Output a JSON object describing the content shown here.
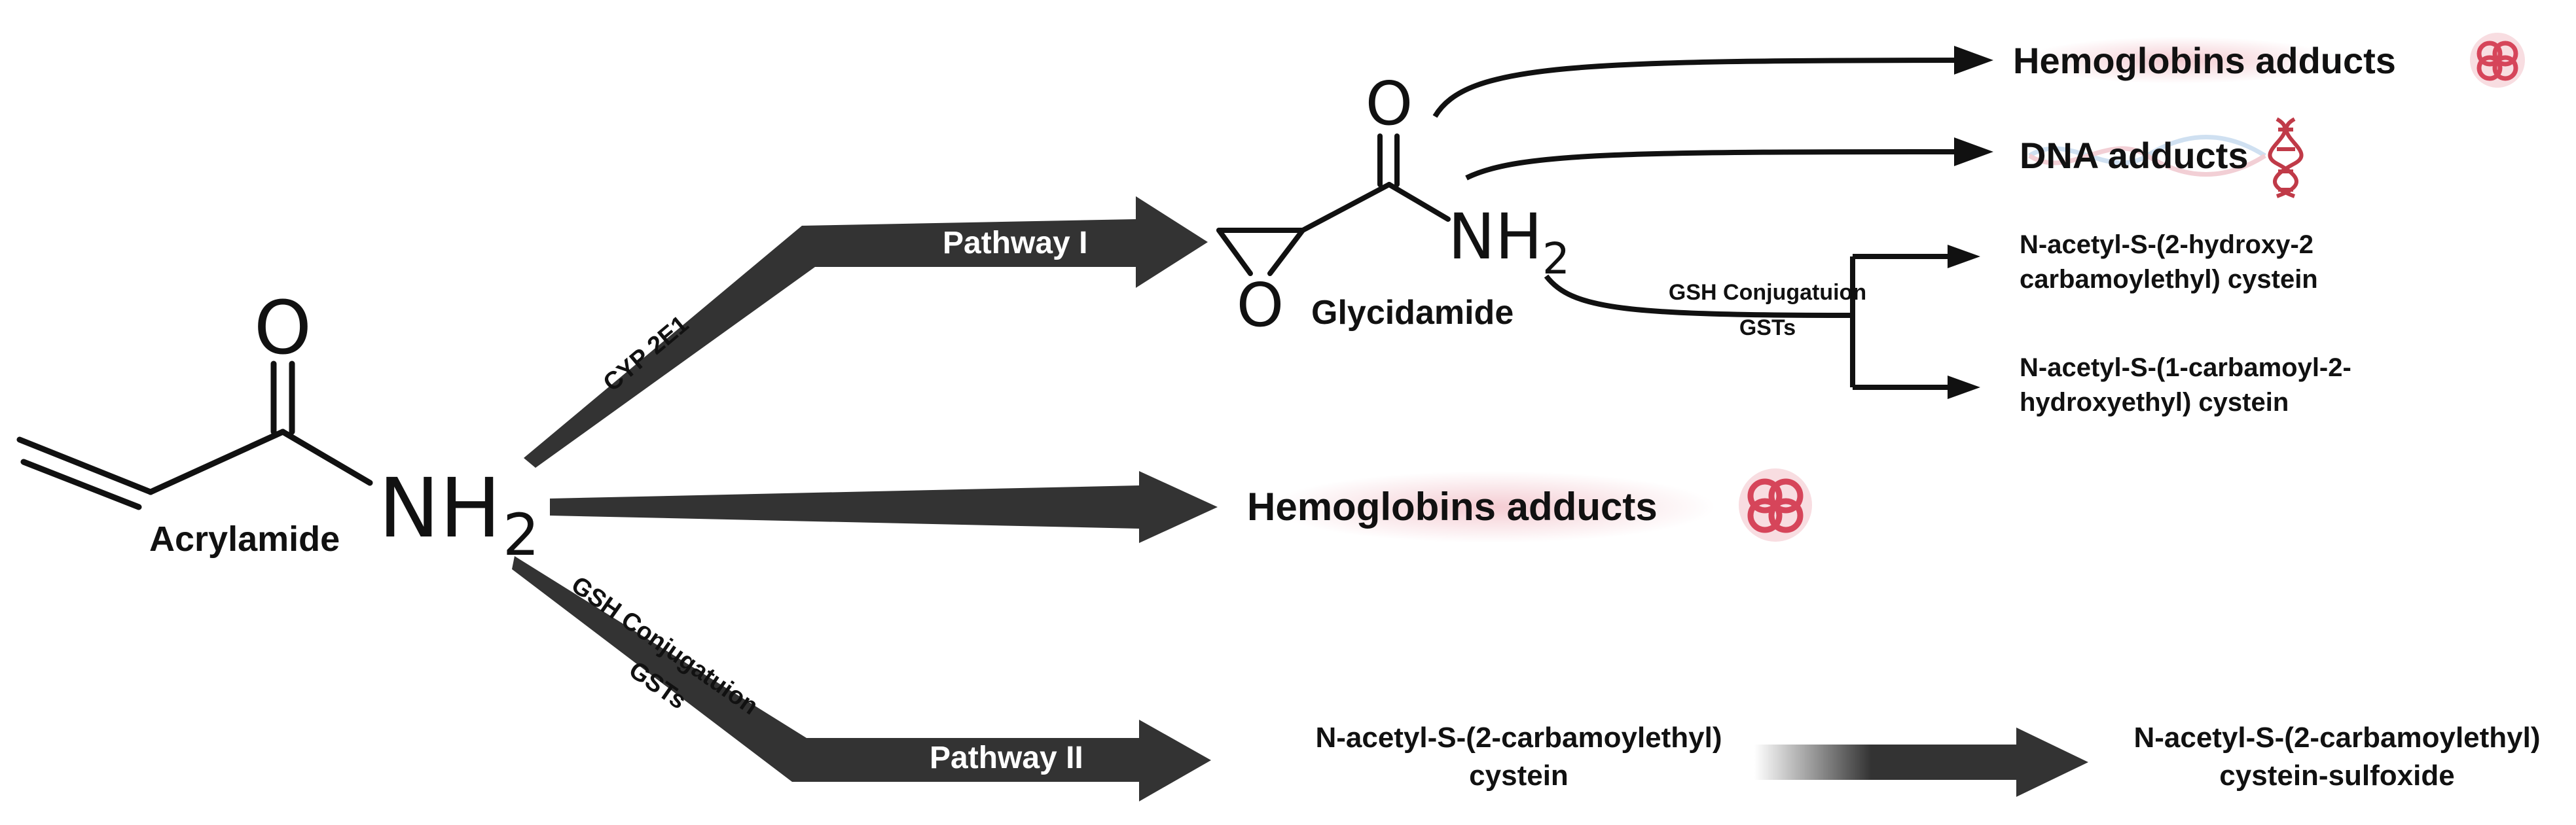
{
  "acrylamide": {
    "name": "Acrylamide",
    "atom_o": "O",
    "atom_nh": "NH",
    "atom_sub": "2"
  },
  "glycidamide": {
    "name": "Glycidamide",
    "atom_o_carbonyl": "O",
    "atom_o_epoxide": "O",
    "atom_nh": "NH",
    "atom_sub": "2"
  },
  "arrows": {
    "cyp": "CYP 2E1",
    "pathway1": "Pathway I",
    "pathway2": "Pathway II",
    "gsh_lower_1": "GSH Conjugatuion",
    "gsh_lower_2": "GSTs",
    "gsh_upper_1": "GSH Conjugatuion",
    "gsh_upper_2": "GSTs"
  },
  "products": {
    "hb_top": "Hemoglobins adducts",
    "dna": "DNA adducts",
    "nac_hydroxy_1": "N-acetyl-S-(2-hydroxy-2",
    "nac_hydroxy_2": "carbamoylethyl) cystein",
    "nac_carbamoyl_1": "N-acetyl-S-(1-carbamoyl-2-",
    "nac_carbamoyl_2": "hydroxyethyl) cystein",
    "hb_middle": "Hemoglobins adducts",
    "nac_1": "N-acetyl-S-(2-carbamoylethyl)",
    "nac_2": "cystein",
    "sulfox_1": "N-acetyl-S-(2-carbamoylethyl)",
    "sulfox_2": "cystein-sulfoxide"
  },
  "colors": {
    "arrow": "#333333",
    "text": "#111111",
    "protein": "#d6455a",
    "protein_glow": "#f3c6cd",
    "dna_blue": "#a8c8e6",
    "dna_red": "#c03a48"
  },
  "icons": [
    "hemoglobin-icon",
    "dna-icon"
  ]
}
